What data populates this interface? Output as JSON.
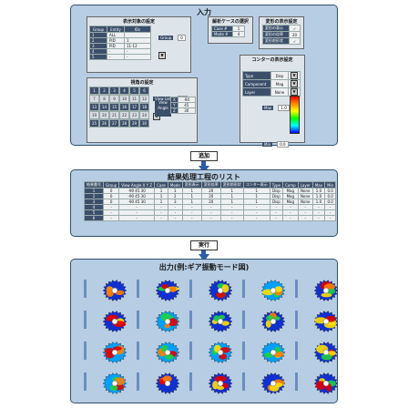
{
  "input_panel": {
    "title": "入力",
    "target_selection": {
      "title": "表示対象の設定",
      "headers": [
        "Group",
        "Entity",
        "IDs"
      ],
      "rows": [
        [
          "1",
          "ALL",
          ""
        ],
        [
          "2",
          "PID",
          "1"
        ],
        [
          "3",
          "PID",
          "11-12"
        ],
        [
          "4",
          "-",
          "-"
        ],
        [
          "5",
          "-",
          "-"
        ]
      ],
      "group_label": "Group",
      "group_value": "0"
    },
    "analysis_case": {
      "title": "解析ケースの選択",
      "rows": [
        [
          "Case #",
          "1"
        ],
        [
          "Mode #",
          "4"
        ]
      ]
    },
    "deformation": {
      "title": "変形の表示設定",
      "rows": [
        [
          "変形の表示",
          "✓"
        ],
        [
          "変形の倍率",
          "20"
        ],
        [
          "変形前形状",
          "✓"
        ]
      ]
    },
    "view_angle": {
      "title": "視角の設定",
      "cells": [
        "1",
        "2",
        "3",
        "4",
        "5",
        "6",
        "7",
        "8",
        "9",
        "10",
        "11",
        "12",
        "13",
        "14",
        "15",
        "16",
        "17",
        "18",
        "19",
        "20",
        "21",
        "22",
        "23",
        "24",
        "25",
        "26",
        "27",
        "28",
        "29",
        "30"
      ],
      "view_list_label": "View List",
      "view_list_value": "13",
      "angle_label": "View Angle",
      "axes": [
        [
          "X",
          "-90"
        ],
        [
          "Y",
          "45"
        ],
        [
          "Z",
          "30"
        ]
      ]
    },
    "contour": {
      "title": "コンターの表示設定",
      "contour_label": "コンター表示",
      "contour_check": "✓",
      "rows": [
        [
          "Type",
          "Disp"
        ],
        [
          "Component",
          "Mag"
        ],
        [
          "Layer",
          "None"
        ]
      ],
      "max_label": "Max",
      "max_value": "1.0",
      "min_label": "Min",
      "min_value": "0.0"
    }
  },
  "add_button": "追加",
  "list_panel": {
    "title": "結果処理工程のリスト",
    "headers": [
      "結果番号",
      "Group",
      "View Angle X Y Z",
      "Case",
      "Mode",
      "変形表示",
      "変形倍率",
      "変形前形状",
      "コンター表示",
      "Type",
      "Comp",
      "Layer",
      "Max",
      "Min"
    ],
    "rows": [
      [
        "1",
        "0",
        "-90 45 30",
        "1",
        "1",
        "1",
        "20",
        "1",
        "1",
        "Disp",
        "Mag",
        "None",
        "1.0",
        "0.0"
      ],
      [
        "2",
        "0",
        "-90 45 30",
        "1",
        "2",
        "1",
        "20",
        "1",
        "1",
        "Disp",
        "Mag",
        "None",
        "1.0",
        "0.0"
      ],
      [
        "3",
        "0",
        "-90 45 30",
        "1",
        "3",
        "1",
        "20",
        "1",
        "1",
        "Disp",
        "Mag",
        "None",
        "1.0",
        "0.0"
      ],
      [
        "4",
        "-",
        "-",
        "-",
        "-",
        "-",
        "-",
        "-",
        "-",
        "-",
        "-",
        "-",
        "-",
        "-"
      ],
      [
        "5",
        "-",
        "-",
        "-",
        "-",
        "-",
        "-",
        "-",
        "-",
        "-",
        "-",
        "-",
        "-",
        "-"
      ],
      [
        "6",
        "-",
        "-",
        "-",
        "-",
        "-",
        "-",
        "-",
        "-",
        "-",
        "-",
        "-",
        "-",
        "-"
      ]
    ]
  },
  "run_button": "実行",
  "output_panel": {
    "title": "出力(例:ギア振動モード図)"
  },
  "colors": {
    "panel": "#b7cde3",
    "border": "#2f4f6f",
    "header": "#3c4f6a",
    "arrow": "#2b5da8"
  }
}
